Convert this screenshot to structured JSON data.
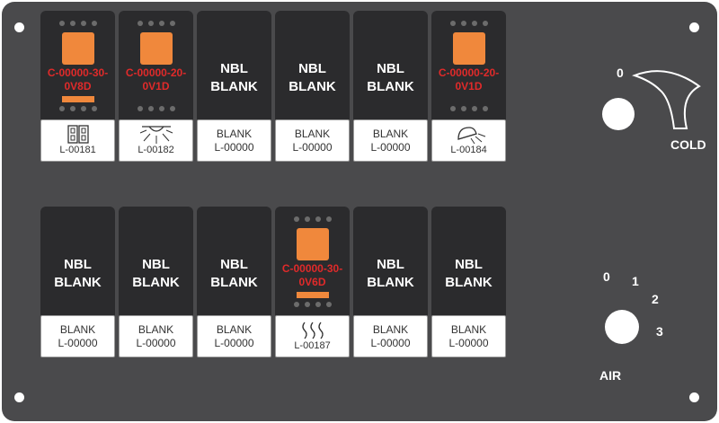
{
  "switches": [
    {
      "type": "active",
      "code": [
        "C-00000-30-",
        "0V8D"
      ],
      "bar": true,
      "card_icon": "dual-outlet-icon",
      "card_code": "L-00181"
    },
    {
      "type": "active",
      "code": [
        "C-00000-20-",
        "0V1D"
      ],
      "bar": false,
      "card_icon": "dome-light-icon",
      "card_code": "L-00182"
    },
    {
      "type": "blank",
      "label": [
        "NBL",
        "BLANK"
      ],
      "card_text": "BLANK",
      "card_code": "L-00000"
    },
    {
      "type": "blank",
      "label": [
        "NBL",
        "BLANK"
      ],
      "card_text": "BLANK",
      "card_code": "L-00000"
    },
    {
      "type": "blank",
      "label": [
        "NBL",
        "BLANK"
      ],
      "card_text": "BLANK",
      "card_code": "L-00000"
    },
    {
      "type": "active",
      "code": [
        "C-00000-20-",
        "0V1D"
      ],
      "bar": false,
      "card_icon": "spotlight-icon",
      "card_code": "L-00184"
    },
    {
      "type": "blank",
      "label": [
        "NBL",
        "BLANK"
      ],
      "card_text": "BLANK",
      "card_code": "L-00000"
    },
    {
      "type": "blank",
      "label": [
        "NBL",
        "BLANK"
      ],
      "card_text": "BLANK",
      "card_code": "L-00000"
    },
    {
      "type": "blank",
      "label": [
        "NBL",
        "BLANK"
      ],
      "card_text": "BLANK",
      "card_code": "L-00000"
    },
    {
      "type": "active",
      "code": [
        "C-00000-30-",
        "0V6D"
      ],
      "bar": true,
      "card_icon": "heater-icon",
      "card_code": "L-00187"
    },
    {
      "type": "blank",
      "label": [
        "NBL",
        "BLANK"
      ],
      "card_text": "BLANK",
      "card_code": "L-00000"
    },
    {
      "type": "blank",
      "label": [
        "NBL",
        "BLANK"
      ],
      "card_text": "BLANK",
      "card_code": "L-00000"
    }
  ],
  "temp_dial": {
    "zero": "0",
    "label": "COLD"
  },
  "air_dial": {
    "positions": [
      "0",
      "1",
      "2",
      "3"
    ],
    "label": "AIR"
  },
  "colors": {
    "plate": "#4a4a4c",
    "switch": "#2b2b2d",
    "actuator": "#f0883c",
    "code": "#e02a2a"
  }
}
